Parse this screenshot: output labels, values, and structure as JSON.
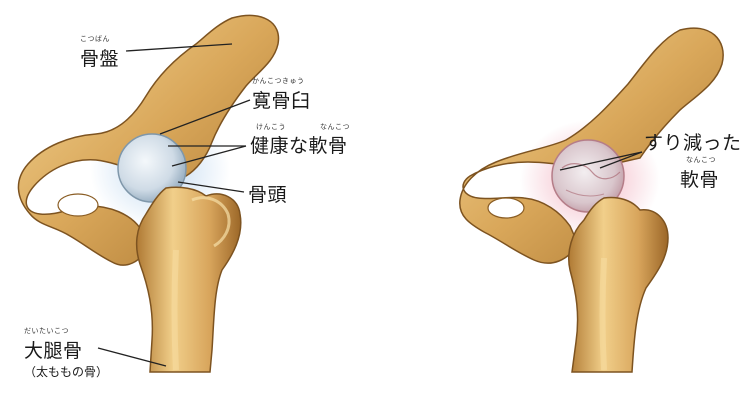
{
  "left": {
    "pelvis": {
      "reading": "こつばん",
      "text": "骨盤"
    },
    "acetabulum": {
      "reading": "かんこつきゅう",
      "text": "寛骨臼"
    },
    "healthy_cartilage": {
      "reading_1": "けんこう",
      "reading_2": "なんこつ",
      "text": "健康な軟骨"
    },
    "femoral_head": {
      "text": "骨頭"
    },
    "femur": {
      "reading": "だいたいこつ",
      "text": "大腿骨",
      "note": "（太ももの骨）"
    }
  },
  "right": {
    "worn_cartilage": {
      "text_1": "すり減った",
      "reading": "なんこつ",
      "text_2": "軟骨"
    }
  },
  "colors": {
    "bone": "#d9a75a",
    "bone_light": "#f2d08c",
    "bone_shadow": "#9a6a2a",
    "cartilage": "#d8e6f0",
    "inflamed": "#e8a0b0"
  }
}
